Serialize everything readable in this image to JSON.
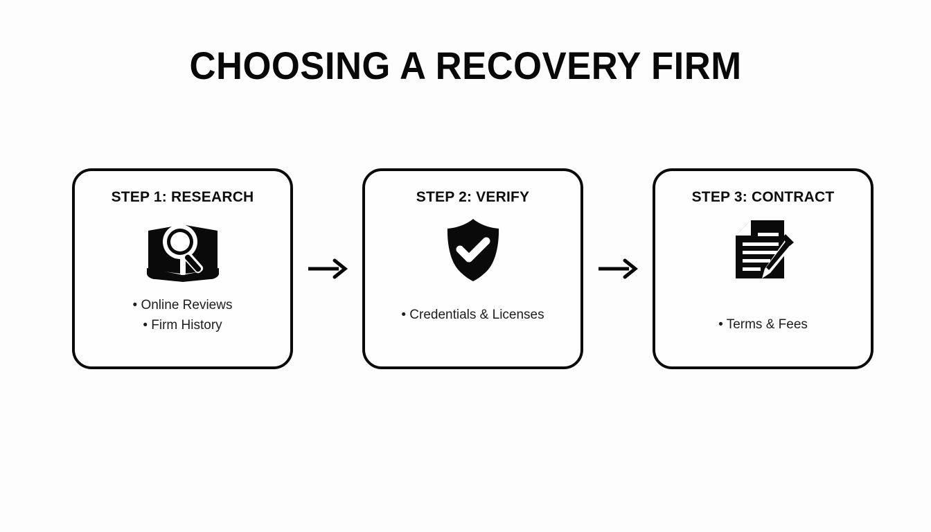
{
  "slide": {
    "title": "CHOOSING A RECOVERY FIRM",
    "background_color": "#fdfdfd",
    "text_color": "#0d0d0d",
    "accent_color": "#000000"
  },
  "steps": [
    {
      "title": "STEP 1: RESEARCH",
      "icon": "book-magnifier-icon",
      "bullets": [
        "• Online Reviews",
        "• Firm History"
      ]
    },
    {
      "title": "STEP 2: VERIFY",
      "icon": "shield-check-icon",
      "bullets": [
        "• Credentials & Licenses"
      ]
    },
    {
      "title": "STEP 3: CONTRACT",
      "icon": "document-pencil-icon",
      "bullets": [
        "• Terms & Fees"
      ]
    }
  ],
  "connectors": [
    {
      "icon": "arrow-right-icon",
      "glyph": "→"
    },
    {
      "icon": "arrow-right-icon",
      "glyph": "→"
    }
  ]
}
